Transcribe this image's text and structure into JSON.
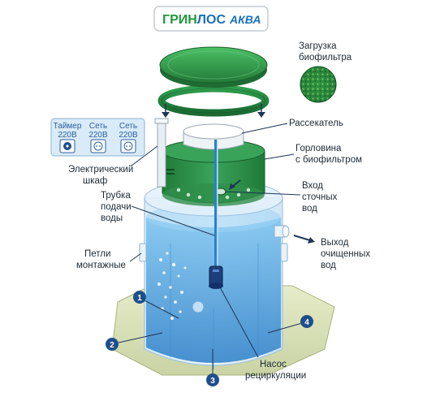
{
  "title": {
    "part1": "ГРИН",
    "part2": "ЛОС",
    "part3": "АКВА"
  },
  "panel": {
    "items": [
      {
        "label": "Таймер",
        "voltage": "220В"
      },
      {
        "label": "Сеть",
        "voltage": "220В"
      },
      {
        "label": "Сеть",
        "voltage": "220В"
      }
    ]
  },
  "labels": {
    "biofilter_load": [
      "Загрузка",
      "биофильтра"
    ],
    "diffuser": [
      "Рассекатель"
    ],
    "neck": [
      "Горловина",
      "с биофильтром"
    ],
    "inlet": [
      "Вход",
      "сточных",
      "вод"
    ],
    "outlet": [
      "Выход",
      "очищенных",
      "вод"
    ],
    "electric_cabinet": [
      "Электрический",
      "шкаф"
    ],
    "supply_pipe": [
      "Трубка",
      "подачи",
      "воды"
    ],
    "mounting_loops": [
      "Петли",
      "монтажные"
    ],
    "pump": [
      "Насос",
      "рециркуляции"
    ]
  },
  "markers": [
    "1",
    "2",
    "3",
    "4"
  ],
  "colors": {
    "brand_green": "#1f9a3a",
    "brand_blue": "#1b6fb8",
    "lid_green": "#2e9a4a",
    "water_blue": "#5aaee8",
    "marker_blue": "#1f4f8a"
  }
}
